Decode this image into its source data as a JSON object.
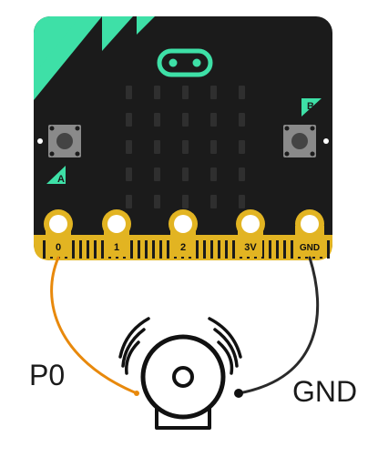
{
  "board": {
    "name": "micro:bit",
    "button_a_label": "A",
    "button_b_label": "B",
    "pins": [
      "0",
      "1",
      "2",
      "3V",
      "GND"
    ],
    "led_grid": {
      "rows": 5,
      "cols": 5,
      "state": "off"
    }
  },
  "wires": {
    "p0": {
      "label": "P0",
      "color": "#E8890C"
    },
    "gnd": {
      "label": "GND",
      "color": "#2a2a2a"
    }
  },
  "component": {
    "name": "bell-buzzer"
  },
  "colors": {
    "board": "#1b1b1b",
    "accent": "#3ee0a7",
    "gold": "#E2B422",
    "button": "#8a8a8a"
  }
}
